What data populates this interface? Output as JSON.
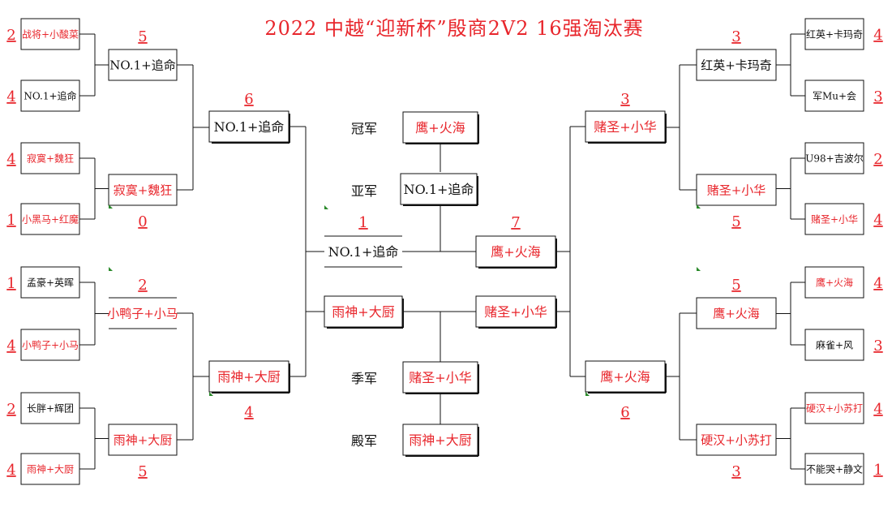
{
  "title": "2022 中越“迎新杯”殷商2V2 16强淘汰赛",
  "colors": {
    "red": "#e8262c",
    "black": "#111111",
    "marker": "#2b8a2b"
  },
  "final_labels": {
    "champion": "冠军",
    "runner_up": "亚军",
    "third": "季军",
    "fourth": "殿军"
  },
  "final": {
    "champion": "鹰+火海",
    "runner_up": "NO.1+追命",
    "third": "赌圣+小华",
    "fourth": "雨神+大厨"
  },
  "center": {
    "final_left": {
      "team": "NO.1+追命",
      "score": "1"
    },
    "final_right": {
      "team": "鹰+火海",
      "score": "7"
    },
    "third_left": {
      "team": "雨神+大厨"
    },
    "third_right": {
      "team": "赌圣+小华"
    }
  },
  "left": {
    "r1": [
      {
        "team": "战将+小酸菜",
        "score": "2"
      },
      {
        "team": "NO.1+追命",
        "score": "4"
      },
      {
        "team": "寂寞+魏狂",
        "score": "4"
      },
      {
        "team": "小黑马+红魔",
        "score": "1"
      },
      {
        "team": "孟豪+英晖",
        "score": "1"
      },
      {
        "team": "小鸭子+小马",
        "score": "4"
      },
      {
        "team": "长胖+辉团",
        "score": "2"
      },
      {
        "team": "雨神+大厨",
        "score": "4"
      }
    ],
    "r2": [
      {
        "team": "NO.1+追命",
        "score": "5"
      },
      {
        "team": "寂寞+魏狂",
        "score": "0"
      },
      {
        "team": "小鸭子+小马",
        "score": "2"
      },
      {
        "team": "雨神+大厨",
        "score": "5"
      }
    ],
    "r3": [
      {
        "team": "NO.1+追命",
        "score": "6"
      },
      {
        "team": "雨神+大厨",
        "score": "4"
      }
    ]
  },
  "right": {
    "r1": [
      {
        "team": "红英+卡玛奇",
        "score": "4"
      },
      {
        "team": "军Mu+会",
        "score": "3"
      },
      {
        "team": "U98+吉波尔",
        "score": "2"
      },
      {
        "team": "赌圣+小华",
        "score": "4"
      },
      {
        "team": "鹰+火海",
        "score": "4"
      },
      {
        "team": "麻雀+风",
        "score": "3"
      },
      {
        "team": "硬汉+小苏打",
        "score": "4"
      },
      {
        "team": "不能哭+静文",
        "score": "1"
      }
    ],
    "r2": [
      {
        "team": "红英+卡玛奇",
        "score": "3"
      },
      {
        "team": "赌圣+小华",
        "score": "5"
      },
      {
        "team": "鹰+火海",
        "score": "5"
      },
      {
        "team": "硬汉+小苏打",
        "score": "3"
      }
    ],
    "r3": [
      {
        "team": "赌圣+小华",
        "score": "3"
      },
      {
        "team": "鹰+火海",
        "score": "6"
      }
    ]
  }
}
